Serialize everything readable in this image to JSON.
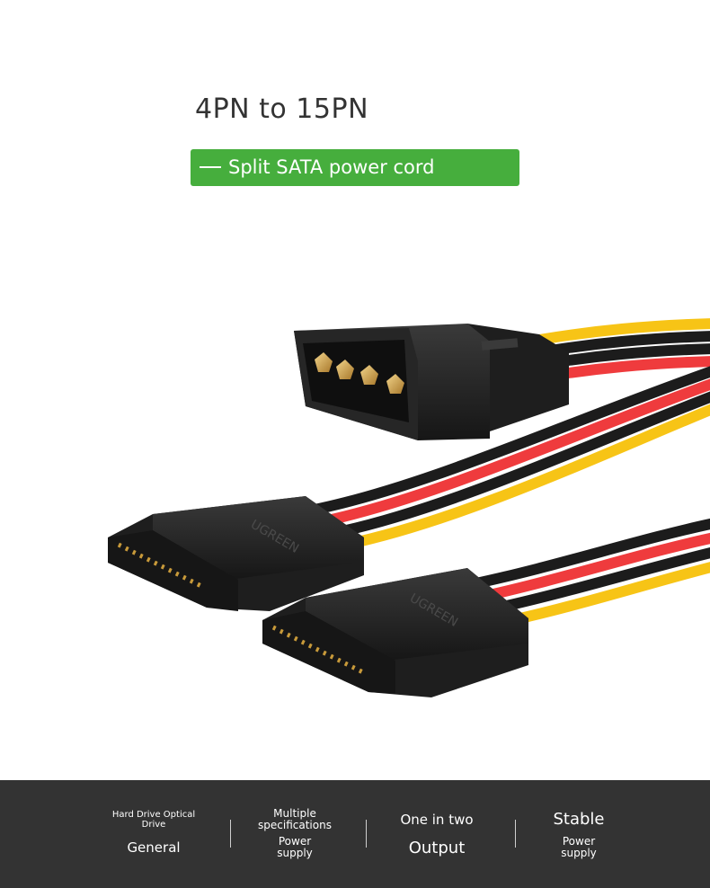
{
  "headline": "4PN to 15PN",
  "tag": {
    "text": "Split SATA power cord"
  },
  "product": {
    "brand_text": "UGREEN",
    "colors": {
      "yellow": "#f7c416",
      "red": "#ef3b3d",
      "black": "#1c1c1c",
      "connector": "#232323",
      "pin_gold": "#c89a3a"
    }
  },
  "specs": [
    {
      "top": "Hard Drive Optical Drive",
      "bottom": "General"
    },
    {
      "top": "Multiple specifications",
      "bottom": "Power supply"
    },
    {
      "top": "One in two",
      "bottom": "Output"
    },
    {
      "top": "Stable",
      "bottom": "Power supply"
    }
  ],
  "colors": {
    "accent": "#46ae3d",
    "footer_bg": "#333333",
    "headline": "#333333"
  }
}
